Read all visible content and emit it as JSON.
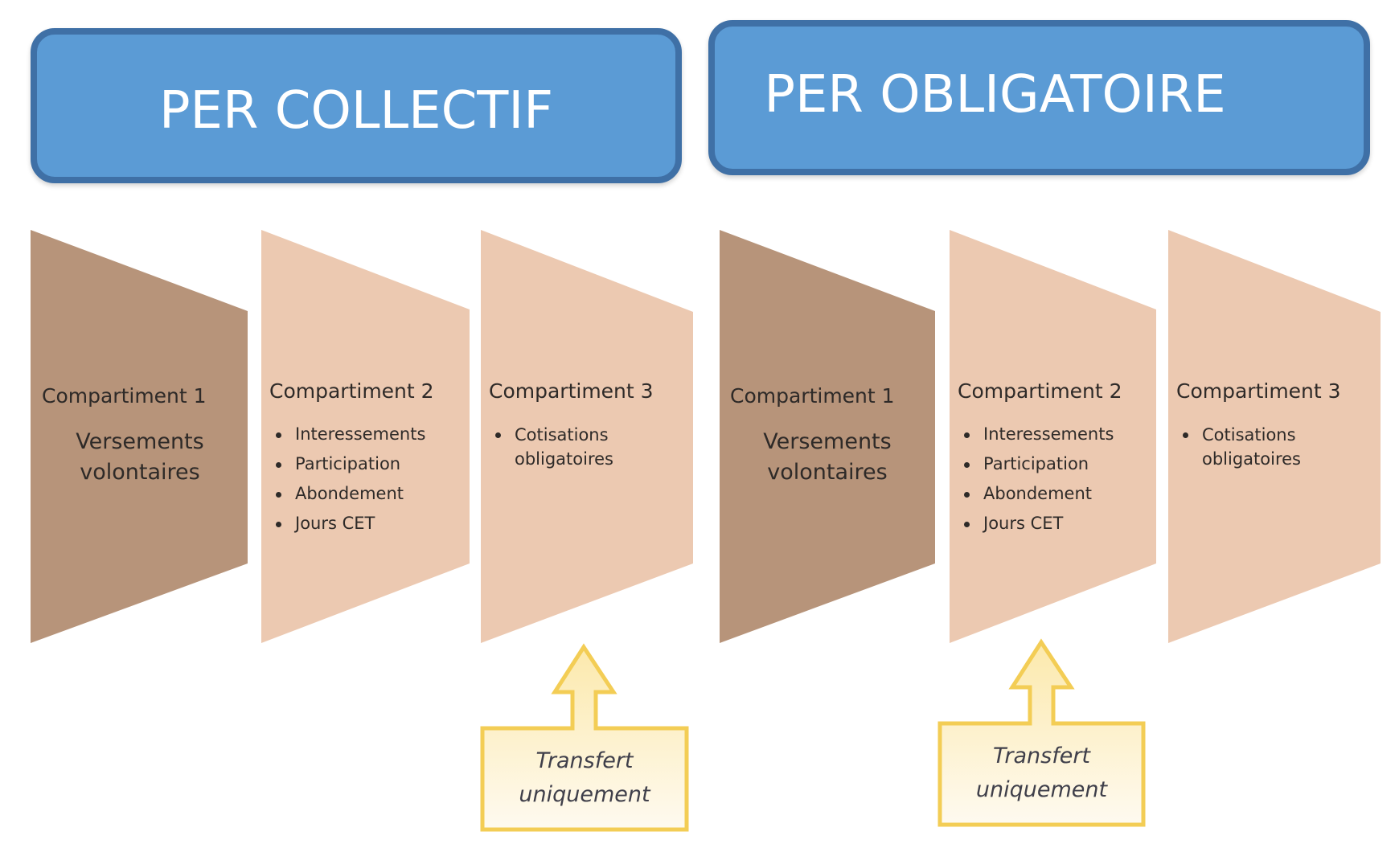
{
  "colors": {
    "header_fill": "#5b9bd5",
    "header_border": "#3f70a6",
    "header_text": "#ffffff",
    "compartment_dark": "#b7947a",
    "compartment_light": "#ecc9b1",
    "text": "#2e2a28",
    "callout_fill": "#fdf0c4",
    "callout_border": "#f3cd55"
  },
  "groups": [
    {
      "title": "PER COLLECTIF",
      "compartments": [
        {
          "title": "Compartiment 1",
          "subtitle_lines": [
            "Versements",
            "volontaires"
          ],
          "tone": "dark"
        },
        {
          "title": "Compartiment 2",
          "items": [
            "Interessements",
            "Participation",
            "Abondement",
            "Jours CET"
          ],
          "tone": "light"
        },
        {
          "title": "Compartiment 3",
          "items": [
            "Cotisations obligatoires"
          ],
          "tone": "light"
        }
      ],
      "callout": {
        "lines": [
          "Transfert",
          "uniquement"
        ],
        "points_to": "Compartiment 3"
      }
    },
    {
      "title": "PER OBLIGATOIRE",
      "compartments": [
        {
          "title": "Compartiment 1",
          "subtitle_lines": [
            "Versements",
            "volontaires"
          ],
          "tone": "dark"
        },
        {
          "title": "Compartiment 2",
          "items": [
            "Interessements",
            "Participation",
            "Abondement",
            "Jours CET"
          ],
          "tone": "light"
        },
        {
          "title": "Compartiment 3",
          "items": [
            "Cotisations obligatoires"
          ],
          "tone": "light"
        }
      ],
      "callout": {
        "lines": [
          "Transfert",
          "uniquement"
        ],
        "points_to": "Compartiment 2"
      }
    }
  ]
}
